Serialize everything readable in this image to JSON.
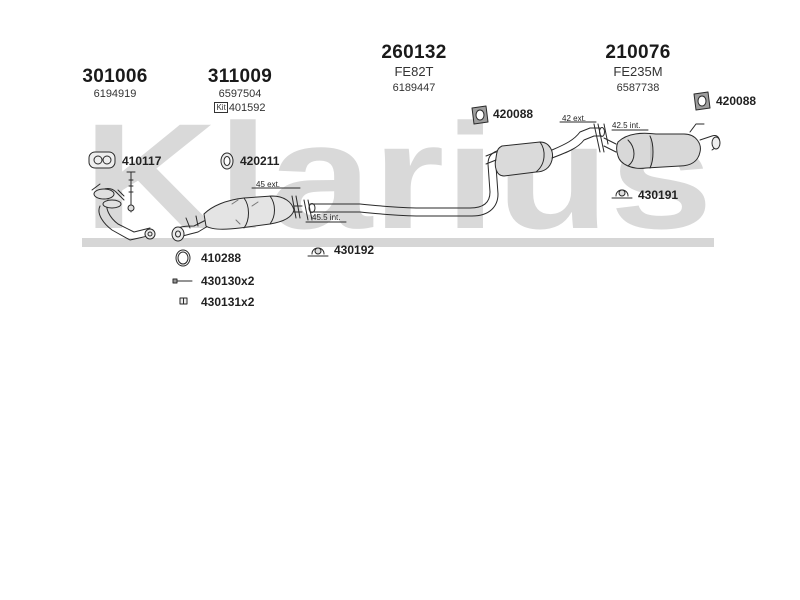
{
  "watermark": {
    "text": "Klarius",
    "color": "#d3d3d3"
  },
  "groups": [
    {
      "number": "301006",
      "ref": "6194919"
    },
    {
      "number": "311009",
      "ref": "6597504",
      "kit_label": "Kit",
      "kit_code": "401592"
    },
    {
      "number": "260132",
      "code": "FE82T",
      "ref": "6189447"
    },
    {
      "number": "210076",
      "code": "FE235M",
      "ref": "6587738"
    }
  ],
  "parts": {
    "p410117": "410117",
    "p420211": "420211",
    "p420088a": "420088",
    "p420088b": "420088",
    "p410288": "410288",
    "p430130": "430130x2",
    "p430131": "430131x2",
    "p430192": "430192",
    "p430191": "430191"
  },
  "dims": {
    "d45ext": "45 ext.",
    "d455int": "45.5 int.",
    "d42ext": "42 ext.",
    "d425int": "42.5 int."
  },
  "colors": {
    "line": "#2a2a2a",
    "fill": "#e8e8e8",
    "shade": "#a8a8a8"
  }
}
